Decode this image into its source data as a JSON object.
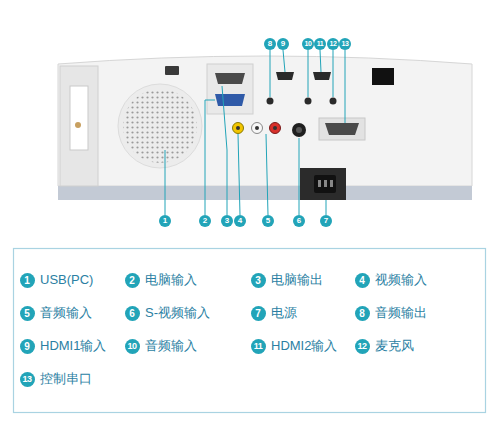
{
  "diagram": {
    "labels": [
      "8",
      "9",
      "10",
      "11",
      "12",
      "13",
      "1",
      "2",
      "3",
      "4",
      "5",
      "6",
      "7",
      "1",
      "USB(PC)",
      "2",
      "电脑输入",
      "3",
      "电脑输出",
      "4",
      "视频输入",
      "5",
      "音频输入",
      "6",
      "S-视频输入",
      "7",
      "电源",
      "8",
      "音频输出",
      "9",
      "HDMI1输入",
      "10",
      "音频输入",
      "11",
      "HDMI2输入",
      "12",
      "麦克风",
      "13",
      "控制串口"
    ]
  }
}
